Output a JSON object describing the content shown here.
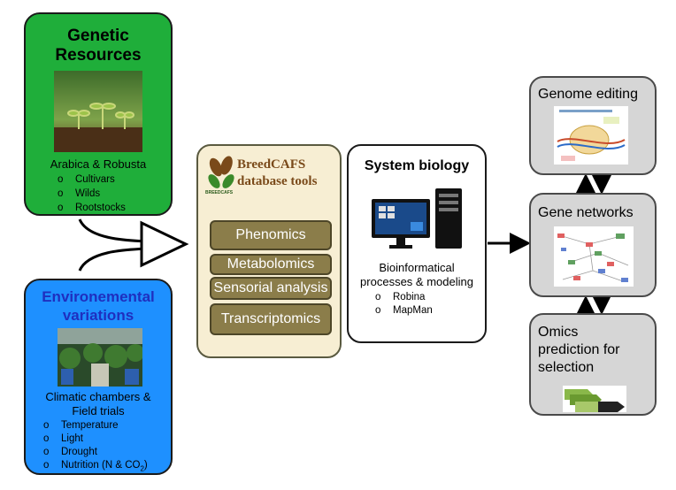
{
  "genetic": {
    "title_line1": "Genetic",
    "title_line2": "Resources",
    "subtitle": "Arabica & Robusta",
    "items": [
      "Cultivars",
      "Wilds",
      "Rootstocks"
    ]
  },
  "environment": {
    "title_line1": "Environemental",
    "title_line2": "variations",
    "subtitle_line1": "Climatic chambers &",
    "subtitle_line2": "Field trials",
    "items": [
      "Temperature",
      "Light",
      "Drought",
      "Nutrition (N & CO"
    ],
    "co2_subscript": "2",
    "close_paren": ")"
  },
  "breedcafs": {
    "title_line1": "BreedCAFS",
    "title_line2": "database tools",
    "logo_text": "BREEDCAFS",
    "tools": [
      "Phenomics",
      "Metabolomics",
      "Sensorial analysis",
      "Transcriptomics"
    ]
  },
  "system_biology": {
    "title": "System biology",
    "line1": "Bioinformatical",
    "line2": "processes & modeling",
    "items": [
      "Robina",
      "MapMan"
    ]
  },
  "genome_editing": {
    "title": "Genome editing"
  },
  "gene_networks": {
    "title": "Gene networks"
  },
  "omics": {
    "line1": "Omics",
    "line2": "prediction for",
    "line3": "selection"
  },
  "colors": {
    "green": "#1fae3a",
    "blue": "#1e90ff",
    "env_title": "#1f2fbf",
    "tan": "#f7eed3",
    "pill": "#8b7d4a",
    "grey": "#d6d6d6",
    "breedcafs_title": "#7a4a1a"
  }
}
